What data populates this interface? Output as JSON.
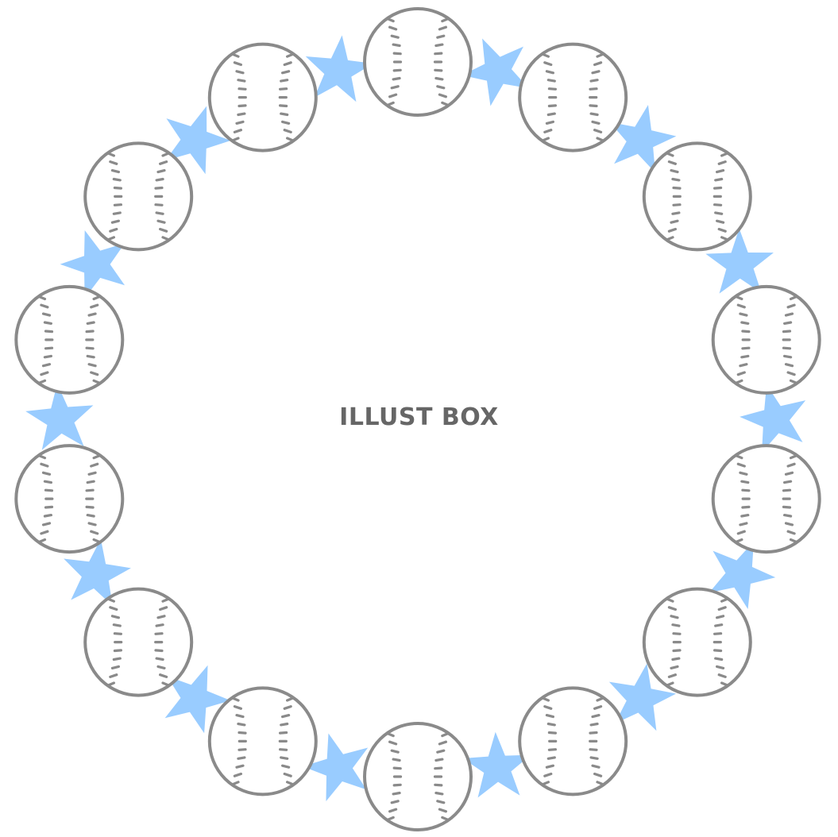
{
  "watermark": {
    "text": "ILLUST BOX"
  },
  "wreath": {
    "ball_icon": "baseball-icon",
    "star_icon": "star-icon",
    "ball_count": 14,
    "star_count": 14
  },
  "colors": {
    "background": "#ffffff",
    "ball_outline": "#8a8a8a",
    "ball_stitch": "#8a8a8a",
    "star_fill": "#99ccff",
    "watermark": "#666666"
  }
}
